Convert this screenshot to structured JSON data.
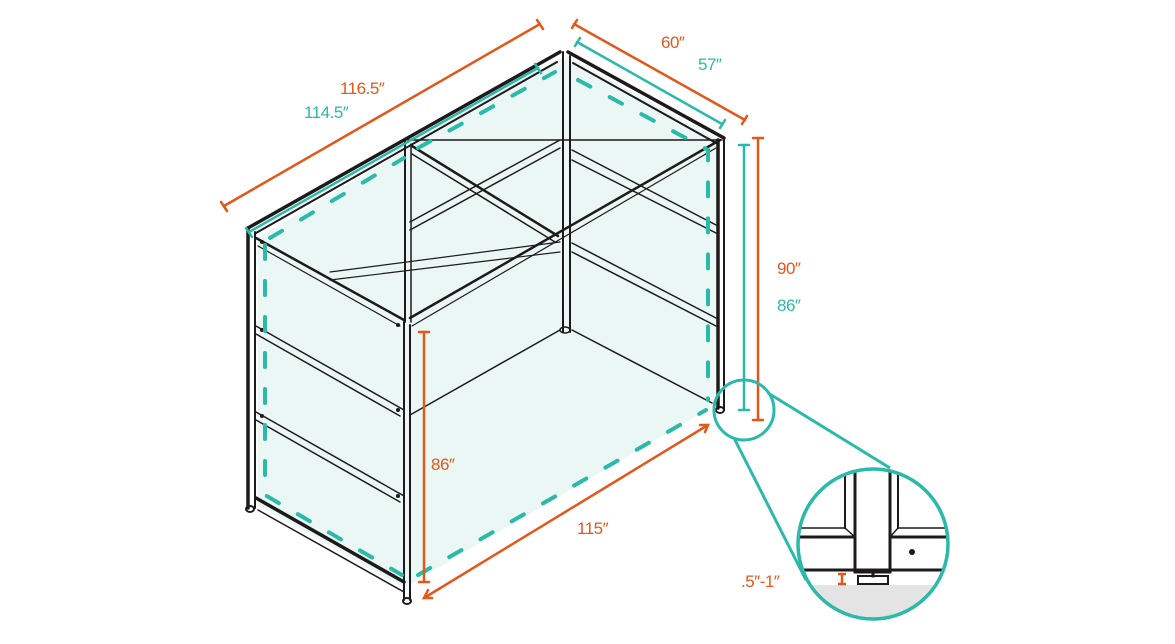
{
  "diagram": {
    "type": "dimension-drawing",
    "subject": "glass enclosure frame (isometric)",
    "colors": {
      "outer_dimension": "#e2581b",
      "inner_dimension": "#2bb9a9",
      "frame": "#1e1a1a",
      "glass_fill": "#eaf7f5",
      "floor": "#e4e4e4",
      "background": "#ffffff"
    },
    "dimensions": {
      "length_outer": "116.5″",
      "length_inner": "114.5″",
      "depth_outer": "60″",
      "depth_inner": "57″",
      "height_outer": "90″",
      "height_inner": "86″",
      "front_height": "86″",
      "front_length": "115″",
      "leveler_range": ".5″-1″"
    },
    "callout": {
      "label": "leveler-foot-detail",
      "shape": "circle"
    }
  }
}
